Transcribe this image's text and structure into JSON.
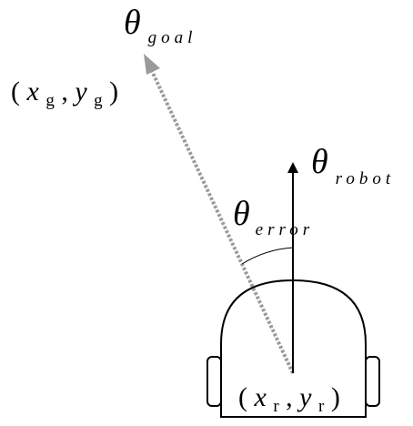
{
  "labels": {
    "theta_symbol": "θ",
    "goal_sub": "goal",
    "robot_sub": "robot",
    "error_sub": "error",
    "goal_coord": {
      "open": "(",
      "x": "x",
      "x_sub": "g",
      "sep": " , ",
      "y": "y",
      "y_sub": "g",
      "close": ")"
    },
    "robot_coord": {
      "open": "(",
      "x": "x",
      "x_sub": "r",
      "sep": " , ",
      "y": "y",
      "y_sub": "r",
      "close": ")"
    }
  },
  "colors": {
    "ink": "#000000",
    "goal_vector": "#9a9a9a",
    "background": "#ffffff"
  },
  "icons": {
    "robot": "robot-outline-icon"
  }
}
